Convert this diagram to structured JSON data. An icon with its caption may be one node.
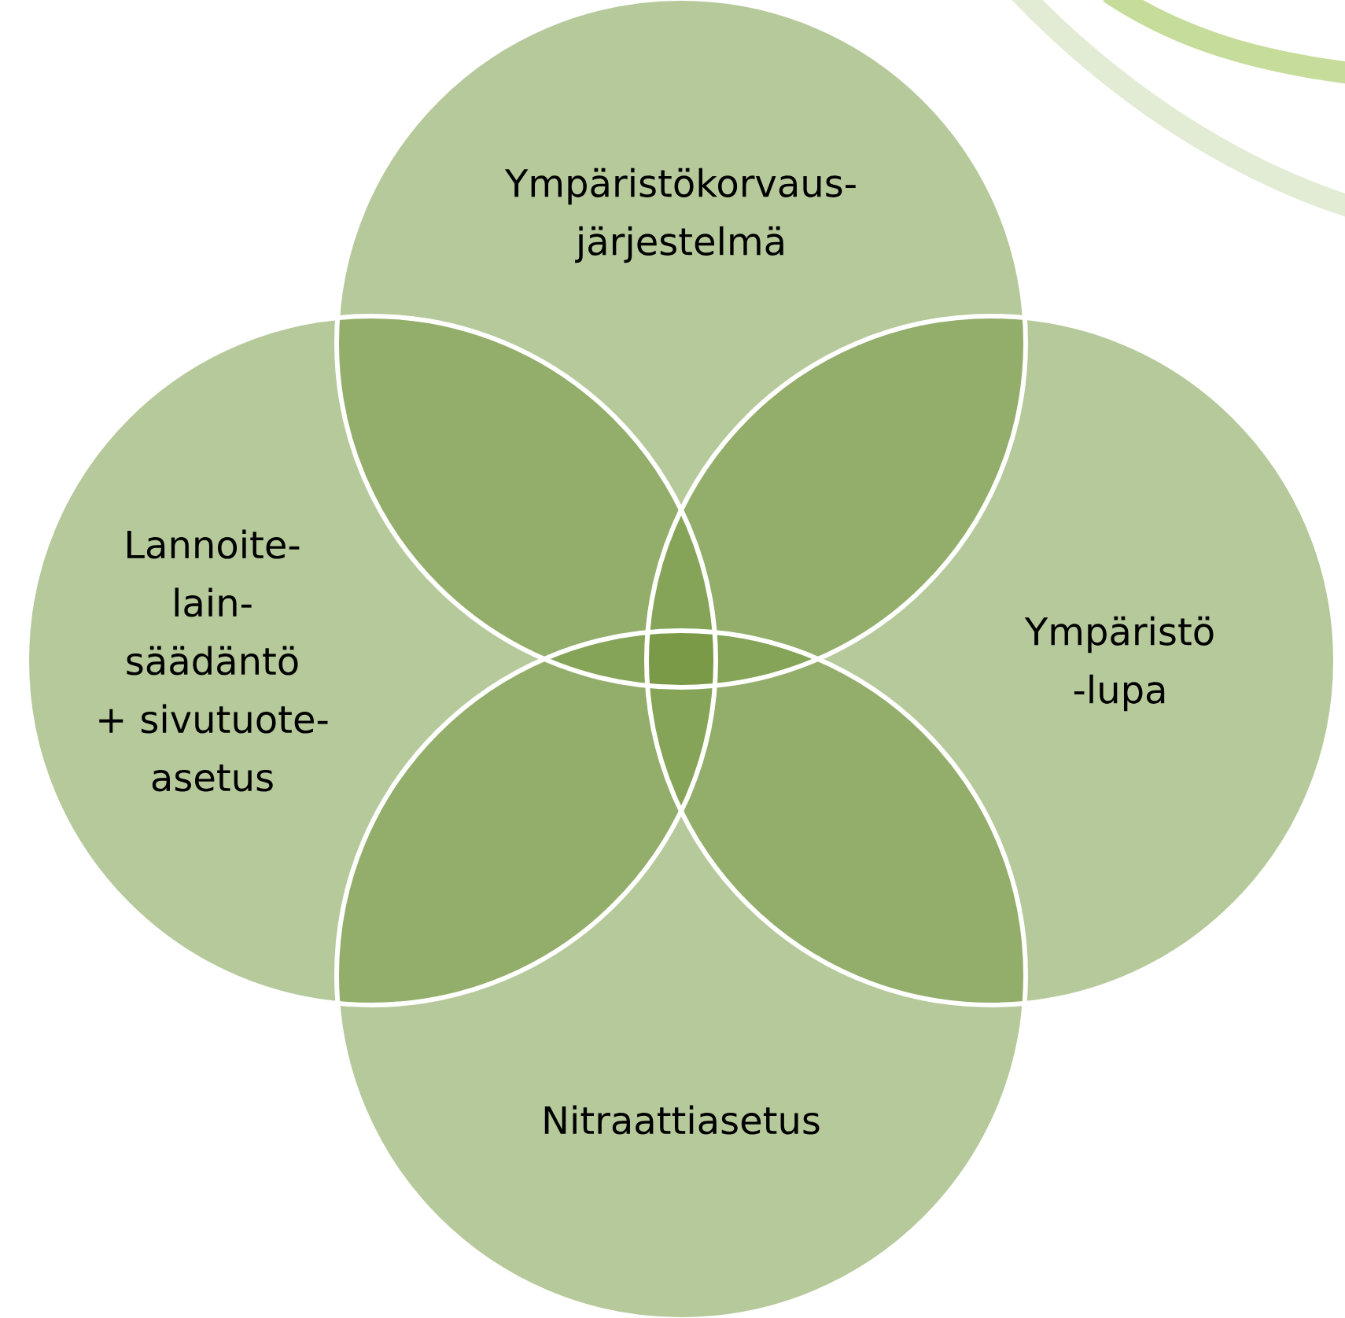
{
  "diagram": {
    "nodes": [
      {
        "text": [
          "Ympäristökorvaus-järjestelmä"
        ]
      },
      {
        "text": [
          "Lannoite-lain-säädäntö + sivutuote-asetus"
        ]
      },
      {
        "text": [
          "Ympäristö -lupa"
        ]
      },
      {
        "text": [
          "Nitraattiasetus"
        ]
      }
    ]
  }
}
